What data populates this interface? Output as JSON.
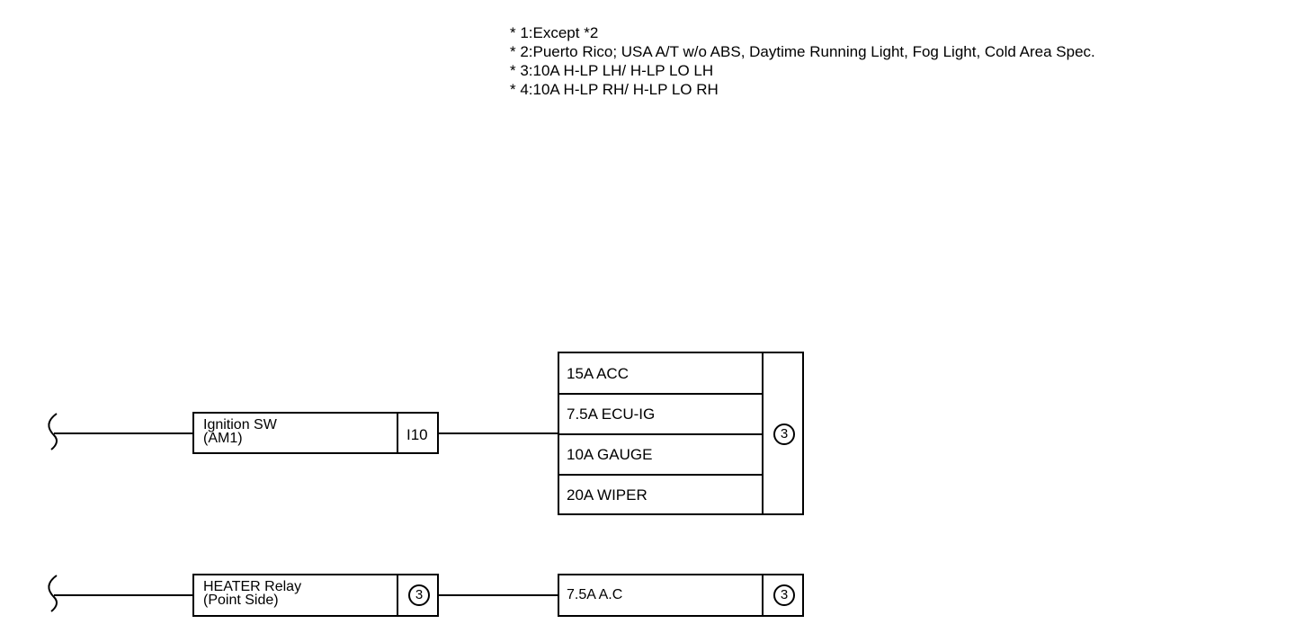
{
  "notes": [
    "* 1:Except *2",
    "* 2:Puerto Rico; USA A/T w/o ABS, Daytime Running Light, Fog Light, Cold Area Spec.",
    "* 3:10A H-LP LH/ H-LP LO LH",
    "* 4:10A H-LP RH/ H-LP LO RH"
  ],
  "circuit1": {
    "source_line1": "Ignition SW",
    "source_line2": "(AM1)",
    "source_code": "I10",
    "fuses": [
      "15A ACC",
      "7.5A ECU-IG",
      "10A GAUGE",
      "20A WIPER"
    ],
    "fuse_box_code": "3"
  },
  "circuit2": {
    "source_line1": "HEATER Relay",
    "source_line2": "(Point Side)",
    "source_code": "3",
    "fuse": "7.5A A.C",
    "fuse_box_code": "3"
  }
}
